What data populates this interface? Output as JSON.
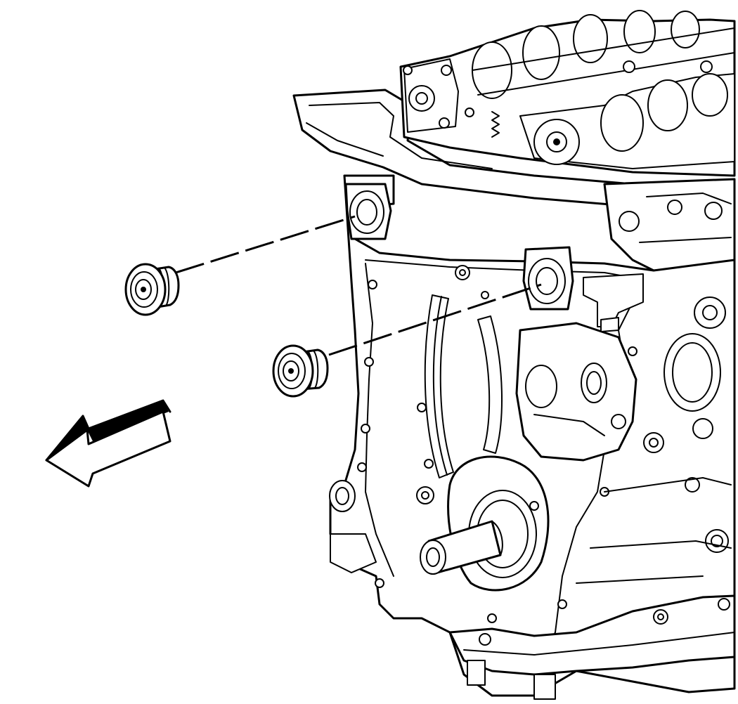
{
  "illustration": {
    "components": [
      {
        "name": "engine-front-assembly",
        "icon": "engine-block-icon"
      },
      {
        "name": "plug-upper",
        "icon": "plug-icon"
      },
      {
        "name": "plug-lower",
        "icon": "plug-icon"
      },
      {
        "name": "direction-arrow",
        "icon": "arrow-left-icon"
      }
    ],
    "colors": {
      "line": "#000000",
      "background": "#ffffff"
    }
  }
}
